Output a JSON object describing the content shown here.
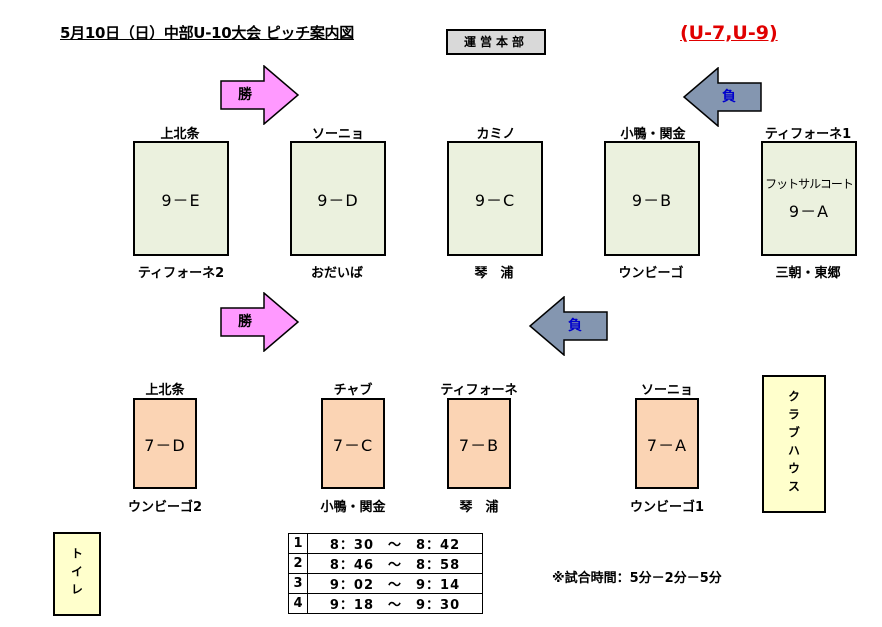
{
  "header": {
    "title": "5月10日（日）中部U-10大会 ピッチ案内図",
    "hq_label": "運営本部",
    "age_groups": "(U-7,U-9)"
  },
  "arrows": {
    "win_label": "勝",
    "lose_label": "負",
    "win_color": "#ff99ff",
    "lose_color": "#8496b0"
  },
  "u9_courts": [
    {
      "top_team": "上北条",
      "court": "9－E",
      "bottom_team": "ティフォーネ2"
    },
    {
      "top_team": "ソーニョ",
      "court": "9－D",
      "bottom_team": "おだいば"
    },
    {
      "top_team": "カミノ",
      "court": "9－C",
      "bottom_team": "琴　浦"
    },
    {
      "top_team": "小鴨・関金",
      "court": "9－B",
      "bottom_team": "ウンビーゴ"
    },
    {
      "top_team": "ティフォーネ1",
      "court_note": "フットサルコート",
      "court": "9－A",
      "bottom_team": "三朝・東郷"
    }
  ],
  "u7_courts": [
    {
      "top_team": "上北条",
      "court": "7－D",
      "bottom_team": "ウンビーゴ2"
    },
    {
      "top_team": "チャブ",
      "court": "7－C",
      "bottom_team": "小鴨・関金"
    },
    {
      "top_team": "ティフォーネ",
      "court": "7－B",
      "bottom_team": "琴　浦"
    },
    {
      "top_team": "ソーニョ",
      "court": "7－A",
      "bottom_team": "ウンビーゴ1"
    }
  ],
  "facilities": {
    "clubhouse": "クラブハウス",
    "toilet": "トイレ"
  },
  "schedule": [
    {
      "no": "1",
      "time": "8：30　～　8：42"
    },
    {
      "no": "2",
      "time": "8：46　～　8：58"
    },
    {
      "no": "3",
      "time": "9：02　～　9：14"
    },
    {
      "no": "4",
      "time": "9：18　～　9：30"
    }
  ],
  "note": "※試合時間：5分－2分－5分"
}
